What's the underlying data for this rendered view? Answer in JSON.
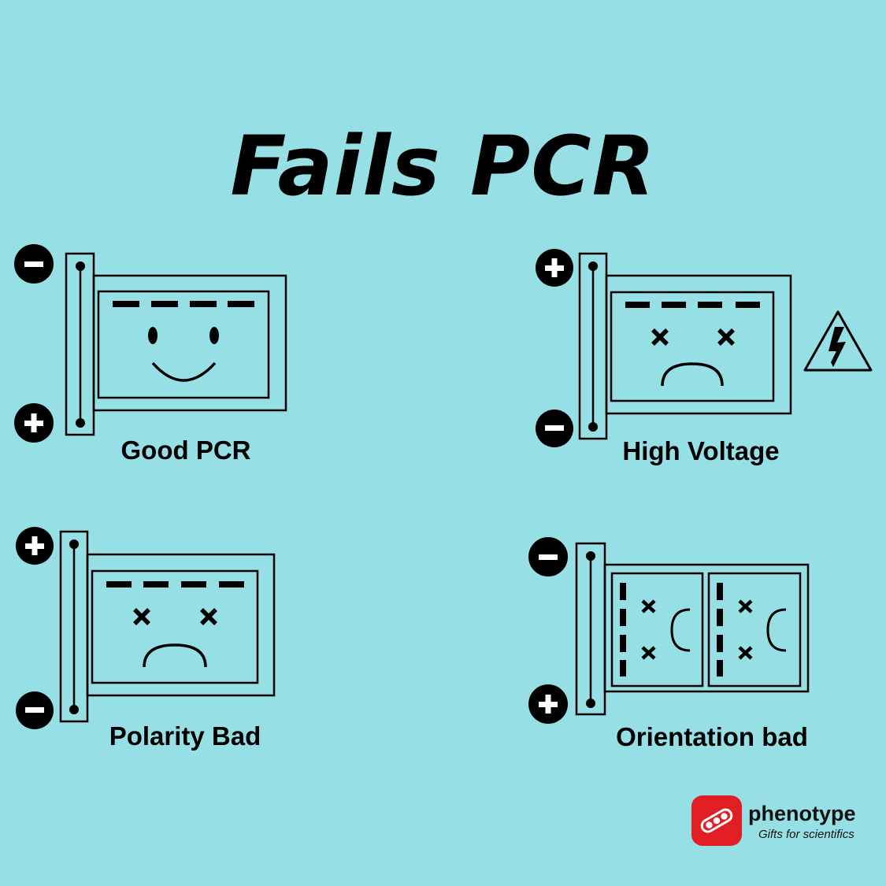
{
  "title": "Fails PCR",
  "panels": [
    {
      "caption": "Good PCR",
      "electrode_top": "minus",
      "electrode_bottom": "plus",
      "face": "happy"
    },
    {
      "caption": "High Voltage",
      "electrode_top": "plus",
      "electrode_bottom": "minus",
      "face": "sad",
      "warning": "high-voltage-icon"
    },
    {
      "caption": "Polarity Bad",
      "electrode_top": "plus",
      "electrode_bottom": "minus",
      "face": "sad"
    },
    {
      "caption": "Orientation bad",
      "electrode_top": "minus",
      "electrode_bottom": "plus",
      "face": "sideways-sad"
    }
  ],
  "brand": {
    "name": "phenotype",
    "tagline": "Gifts for scientifics",
    "color": "#e01e23"
  },
  "colors": {
    "background": "#96dfe5",
    "ink": "#000000"
  }
}
